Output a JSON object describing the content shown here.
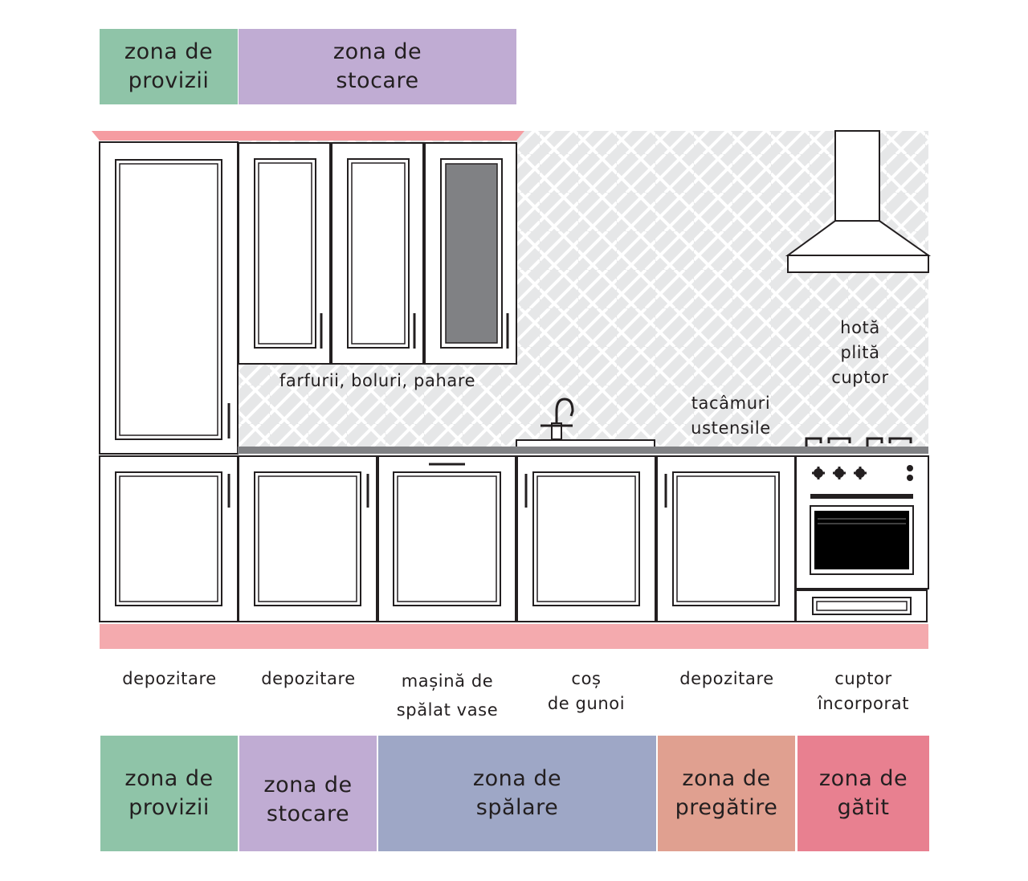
{
  "colors": {
    "provizii": "#8fc4a8",
    "stocare": "#c0acd3",
    "spalare": "#9ea7c6",
    "pregatire": "#e0a090",
    "gatit": "#e88090",
    "plinth": "#f4aaae",
    "cornice": "#f59ca1",
    "tile_bg": "#e6e7e8",
    "countertop": "#808184"
  },
  "top_zones": [
    {
      "line1": "zona de",
      "line2": "provizii"
    },
    {
      "line1": "zona de",
      "line2": "stocare"
    }
  ],
  "bottom_zones": [
    {
      "line1": "zona de",
      "line2": "provizii"
    },
    {
      "line1": "zona de",
      "line2": "stocare"
    },
    {
      "line1": "zona de",
      "line2": "spălare"
    },
    {
      "line1": "zona de",
      "line2": "pregătire"
    },
    {
      "line1": "zona de",
      "line2": "gătit"
    }
  ],
  "cabinet_labels": [
    {
      "line1": "depozitare",
      "line2": ""
    },
    {
      "line1": "depozitare",
      "line2": ""
    },
    {
      "line1": "mașină de",
      "line2": "spălat vase"
    },
    {
      "line1": "coș",
      "line2": "de gunoi"
    },
    {
      "line1": "depozitare",
      "line2": ""
    },
    {
      "line1": "cuptor",
      "line2": "încorporat"
    }
  ],
  "annotations": {
    "upper_cabinets": "farfurii, boluri, pahare",
    "utensils_line1": "tacâmuri",
    "utensils_line2": "ustensile",
    "cooking_line1": "hotă",
    "cooking_line2": "plită",
    "cooking_line3": "cuptor"
  }
}
